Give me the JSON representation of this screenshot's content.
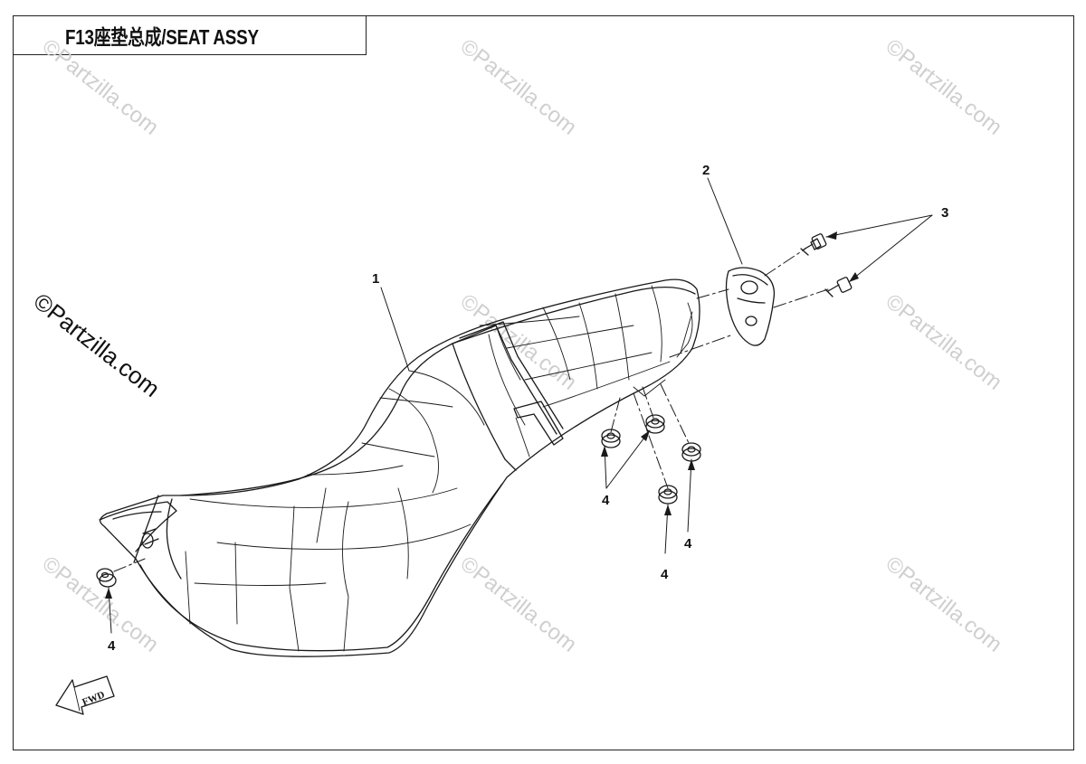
{
  "diagram": {
    "title": "F13座垫总成/SEAT ASSY",
    "watermark": "©Partzilla.com",
    "fwd_label": "FWD",
    "callouts": {
      "c1": "1",
      "c2": "2",
      "c3": "3",
      "c4a": "4",
      "c4b": "4",
      "c4c": "4",
      "c4d": "4"
    }
  }
}
